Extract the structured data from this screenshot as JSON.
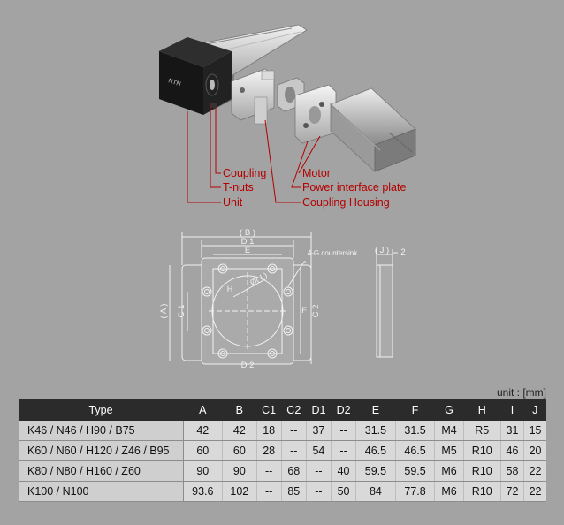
{
  "colors": {
    "background": "#a3a3a3",
    "callout_red": "#b40000",
    "table_header": "#2b2b2b",
    "table_body": "#d9d9d9"
  },
  "callouts": {
    "coupling": "Coupling",
    "tnuts": "T-nuts",
    "unit": "Unit",
    "motor": "Motor",
    "power_plate": "Power interface plate",
    "coupling_housing": "Coupling Housing"
  },
  "drawing": {
    "b": "( B )",
    "d1": "D 1",
    "e": "E",
    "countersink": "4-G countersink",
    "h": "H",
    "phi_i": "Ø( I )",
    "a": "( A )",
    "c1": "C 1",
    "f": "F",
    "c2": "C 2",
    "d2": "D 2",
    "j": "( J )",
    "two": "2"
  },
  "table": {
    "unit_label": "unit : [mm]",
    "columns": [
      "Type",
      "A",
      "B",
      "C1",
      "C2",
      "D1",
      "D2",
      "E",
      "F",
      "G",
      "H",
      "I",
      "J"
    ],
    "rows": [
      [
        "K46 / N46 / H90 / B75",
        "42",
        "42",
        "18",
        "--",
        "37",
        "--",
        "31.5",
        "31.5",
        "M4",
        "R5",
        "31",
        "15"
      ],
      [
        "K60 / N60 / H120 / Z46 / B95",
        "60",
        "60",
        "28",
        "--",
        "54",
        "--",
        "46.5",
        "46.5",
        "M5",
        "R10",
        "46",
        "20"
      ],
      [
        "K80 / N80 / H160 / Z60",
        "90",
        "90",
        "--",
        "68",
        "--",
        "40",
        "59.5",
        "59.5",
        "M6",
        "R10",
        "58",
        "22"
      ],
      [
        "K100 / N100",
        "93.6",
        "102",
        "--",
        "85",
        "--",
        "50",
        "84",
        "77.8",
        "M6",
        "R10",
        "72",
        "22"
      ]
    ]
  }
}
